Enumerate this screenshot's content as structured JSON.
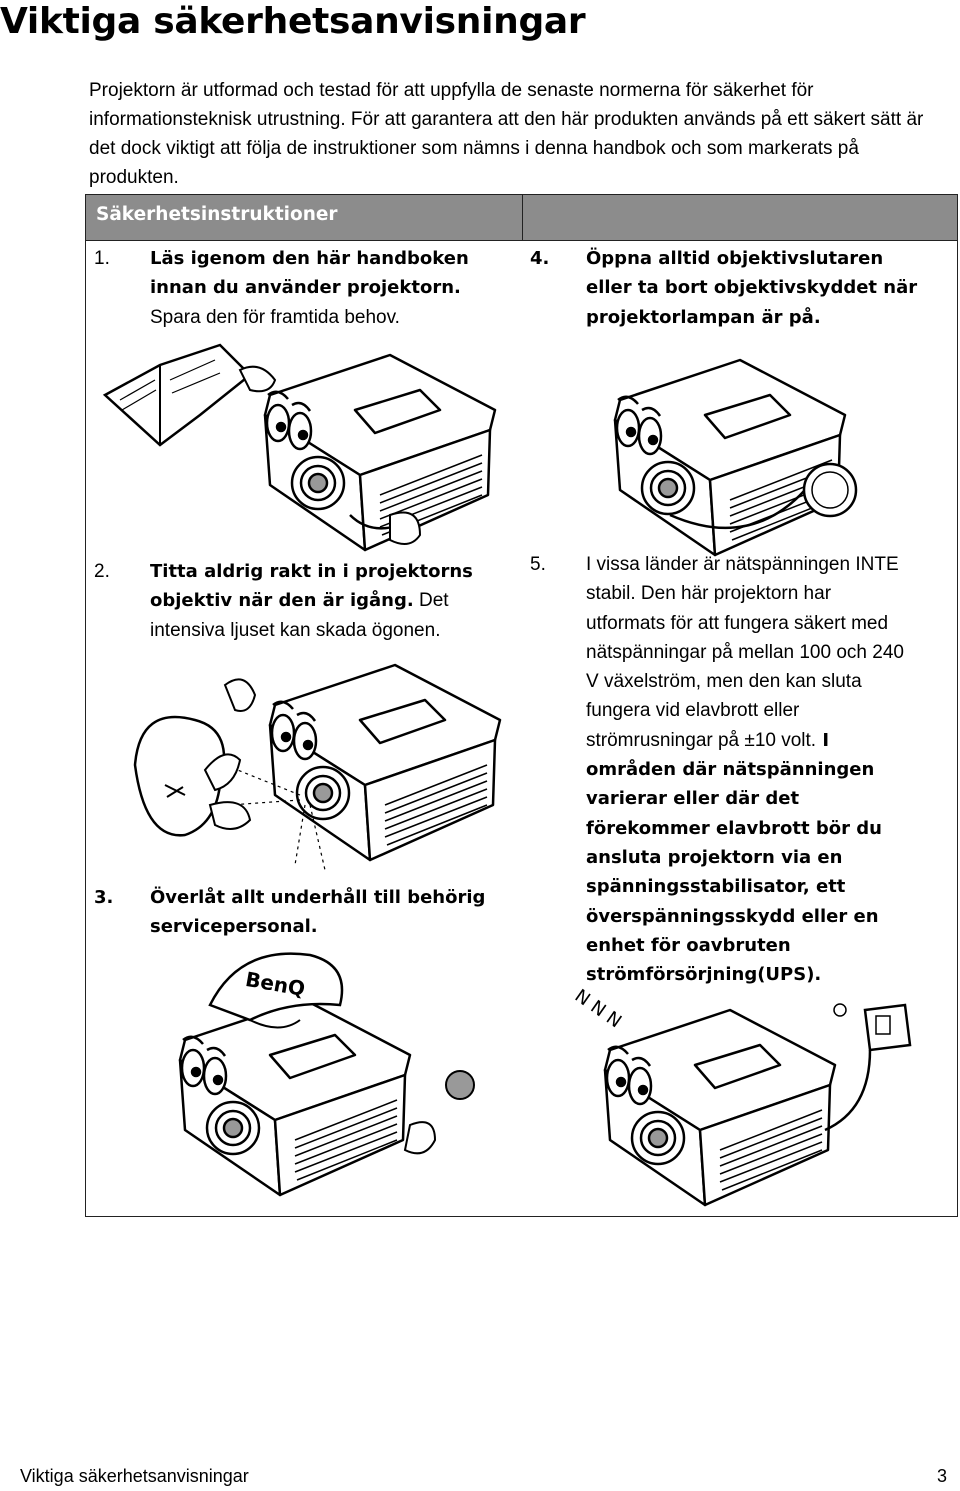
{
  "page": {
    "title": "Viktiga säkerhetsanvisningar",
    "intro": "Projektorn är utformad och testad för att uppfylla de senaste normerna för säkerhet för informationsteknisk utrustning. För att garantera att den här produkten används på ett säkert sätt är det dock viktigt att följa de instruktioner som nämns i denna handbok och som markerats på produkten."
  },
  "section": {
    "heading": "Säkerhetsinstruktioner",
    "items": [
      {
        "num": "1.",
        "bold_1": "Läs igenom den här handboken",
        "bold_2": "innan du använder projektorn.",
        "line_3": "Spara den för framtida behov."
      },
      {
        "num": "2.",
        "bold_1": "Titta aldrig rakt in i projektorns",
        "bold_2": "objektiv när den är igång.",
        "plain_2": " Det",
        "line_3": "intensiva ljuset kan skada ögonen."
      },
      {
        "num": "3.",
        "bold_1": "Överlåt allt underhåll till behörig",
        "bold_2": "servicepersonal."
      },
      {
        "num": "4.",
        "bold_1": "Öppna alltid objektivslutaren",
        "bold_2": "eller ta bort objektivskyddet när",
        "bold_3": "projektorlampan är på."
      },
      {
        "num": "5.",
        "lines": [
          "I vissa länder är nätspänningen INTE",
          "stabil. Den här projektorn har",
          "utformats för att fungera säkert med",
          "nätspänningar på mellan 100 och 240",
          "V växelström, men den kan sluta",
          "fungera vid elavbrott eller",
          "strömrusningar på ±10 volt."
        ],
        "line_7_bold": " I",
        "bold_lines": [
          "områden där nätspänningen",
          "varierar eller där det",
          "förekommer elavbrott bör du",
          "ansluta projektorn via en",
          "spänningsstabilisator, ett",
          "överspänningsskydd eller en",
          "enhet för oavbruten",
          "strömförsörjning(UPS)."
        ]
      }
    ],
    "cap_brand": "BenQ",
    "snore": "N N N"
  },
  "footer": {
    "section_name": "Viktiga säkerhetsanvisningar",
    "page_number": "3"
  }
}
